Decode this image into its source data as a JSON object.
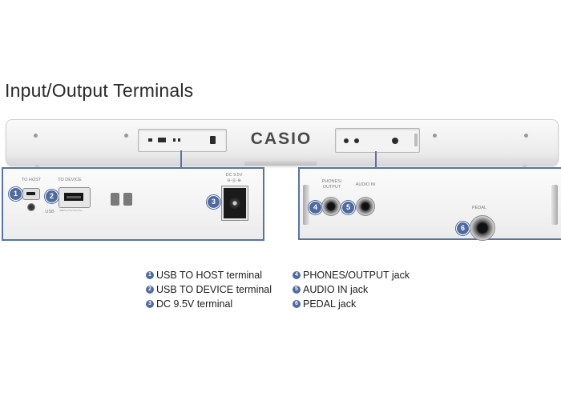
{
  "title": "Input/Output Terminals",
  "brand": "CASIO",
  "left_callout": {
    "to_host_label": "TO HOST",
    "to_device_label": "TO DEVICE",
    "usb_label": "USB",
    "dc_label_line1": "DC 9.5V",
    "dc_label_line2": "⊖-◎-⊕"
  },
  "right_callout": {
    "phones_label_line1": "PHONES/",
    "phones_label_line2": "OUTPUT",
    "audio_label": "AUDIO IN",
    "pedal_label": "PEDAL"
  },
  "badges": [
    "1",
    "2",
    "3",
    "4",
    "5",
    "6"
  ],
  "legend": {
    "left": [
      {
        "num": "1",
        "text": "USB TO HOST terminal"
      },
      {
        "num": "2",
        "text": "USB TO DEVICE terminal"
      },
      {
        "num": "3",
        "text": "DC 9.5V terminal"
      }
    ],
    "right": [
      {
        "num": "4",
        "text": "PHONES/OUTPUT jack"
      },
      {
        "num": "5",
        "text": "AUDIO IN jack"
      },
      {
        "num": "6",
        "text": "PEDAL jack"
      }
    ]
  },
  "colors": {
    "accent": "#5873a6",
    "badge": "#4f6a9e"
  }
}
